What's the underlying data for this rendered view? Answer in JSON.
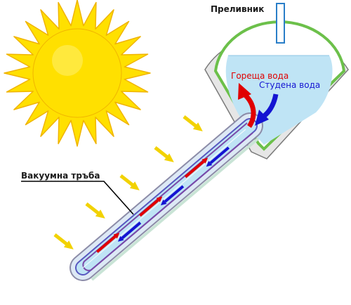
{
  "labels": {
    "overflow": "Преливник",
    "hot_water": "Гореща вода",
    "cold_water": "Студена вода",
    "vacuum_tube": "Вакуумна тръба"
  },
  "colors": {
    "sun_fill": "#ffe000",
    "sun_edge": "#f0b400",
    "ray_arrow": "#f2d200",
    "hot": "#e00000",
    "cold": "#1414d2",
    "water": "#bfe4f5",
    "tank_shell": "#e6e6e6",
    "tank_inner_ring": "#6cc04a",
    "tube_glass": "#dde9f5",
    "label_text": "#1a1a1a"
  }
}
